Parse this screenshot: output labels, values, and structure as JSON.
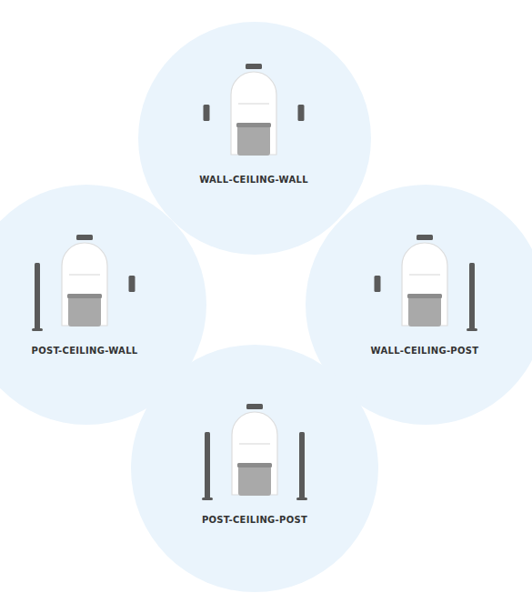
{
  "diagram": {
    "nodes": [
      {
        "text": [
          "WALL-CEILING-WALL"
        ]
      },
      {
        "text": [
          "POST-CEILING-WALL"
        ]
      },
      {
        "text": [
          "WALL-CEILING-POST"
        ]
      },
      {
        "text": [
          "POST-CEILING-POST"
        ]
      }
    ]
  }
}
